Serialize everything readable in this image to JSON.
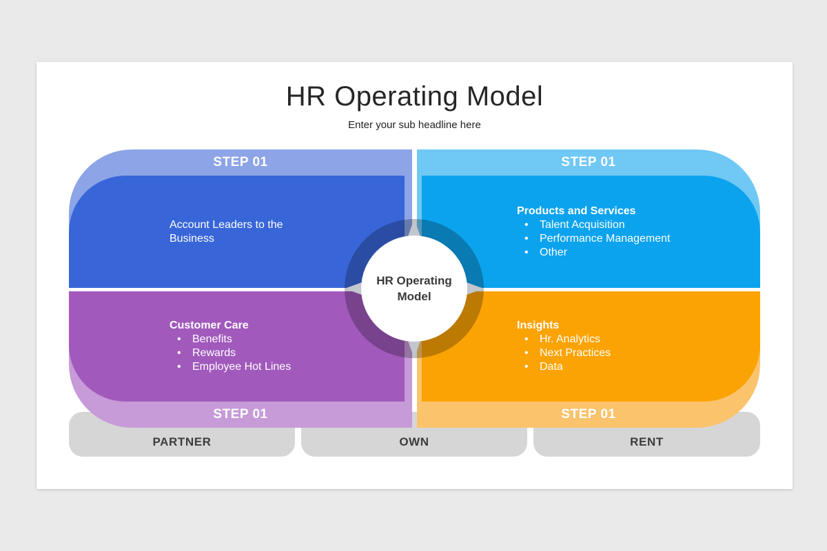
{
  "title": "HR Operating Model",
  "subtitle": "Enter your sub headline here",
  "center_label": "HR Operating Model",
  "quadrants": {
    "top_left": {
      "step": "STEP 01",
      "body": "Account Leaders to the Business",
      "outer_color": "#8da4e6",
      "inner_color": "#3866d9"
    },
    "top_right": {
      "step": "STEP 01",
      "heading": "Products and Services",
      "bullets": [
        "Talent Acquisition",
        "Performance Management",
        "Other"
      ],
      "outer_color": "#70c8f4",
      "inner_color": "#0ca3ee"
    },
    "bottom_left": {
      "step": "STEP 01",
      "heading": "Customer Care",
      "bullets": [
        "Benefits",
        "Rewards",
        "Employee Hot Lines"
      ],
      "outer_color": "#c79ad8",
      "inner_color": "#a159bc"
    },
    "bottom_right": {
      "step": "STEP 01",
      "heading": "Insights",
      "bullets": [
        "Hr. Analytics",
        "Next Practices",
        "Data"
      ],
      "outer_color": "#fbc36c",
      "inner_color": "#fba303"
    }
  },
  "footer_tabs": [
    {
      "label": "PARTNER"
    },
    {
      "label": "OWN"
    },
    {
      "label": "RENT"
    }
  ],
  "colors": {
    "page_bg": "#eaeaea",
    "slide_bg": "#ffffff",
    "tab_bg": "#d6d6d6",
    "tab_text": "#3c3c3c",
    "title_text": "#262626",
    "ring_overlay": "rgba(0,0,0,0.25)",
    "body_text": "#ffffff"
  }
}
